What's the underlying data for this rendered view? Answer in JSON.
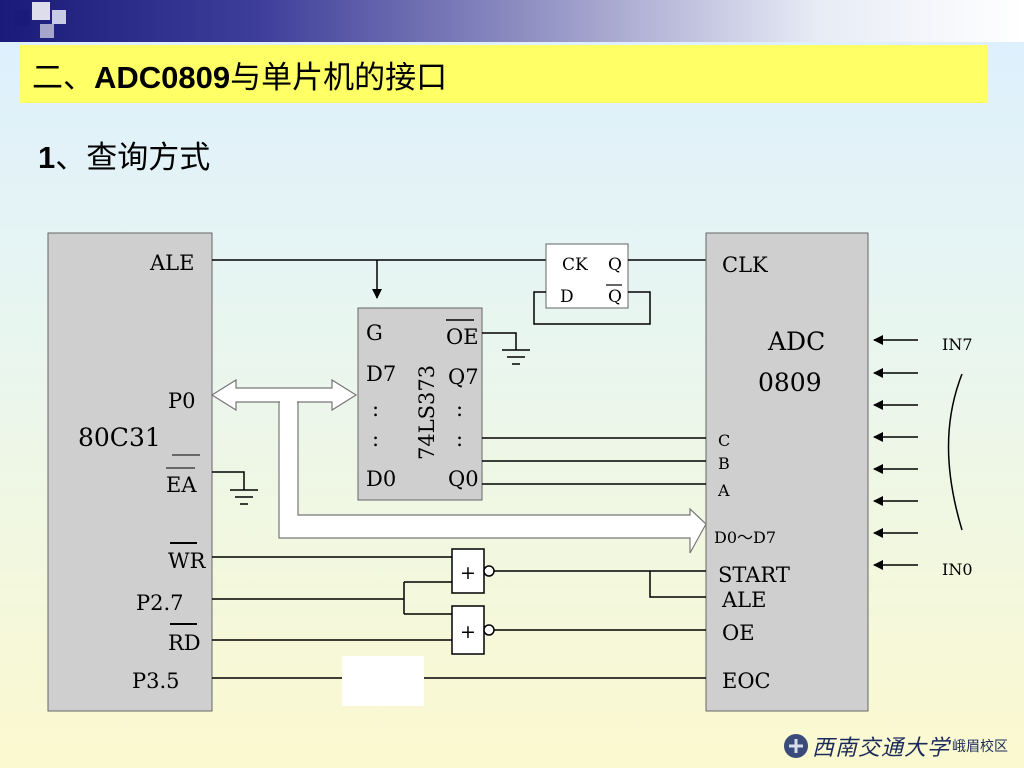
{
  "slide": {
    "title_prefix": "二、",
    "title_ascii": "ADC0809",
    "title_suffix": "与单片机的接口",
    "subtitle_num": "1",
    "subtitle_text": "、查询方式"
  },
  "mcu": {
    "name": "80C31",
    "pins": {
      "ale": "ALE",
      "p0": "P0",
      "ea": "EA",
      "wr": "WR",
      "p27": "P2.7",
      "rd": "RD",
      "p35": "P3.5"
    }
  },
  "latch": {
    "name": "74LS373",
    "pins": {
      "g": "G",
      "oe": "OE",
      "d7": "D7",
      "q7": "Q7",
      "dots": ":",
      "d0": "D0",
      "q0": "Q0"
    }
  },
  "flipflop": {
    "ck": "CK",
    "q": "Q",
    "d": "D",
    "qbar": "Q"
  },
  "adc": {
    "name_line1": "ADC",
    "name_line2": "0809",
    "pins": {
      "clk": "CLK",
      "c": "C",
      "b": "B",
      "a": "A",
      "data": "D0～D7",
      "start": "START",
      "ale": "ALE",
      "oe": "OE",
      "eoc": "EOC"
    },
    "inputs": {
      "in7": "IN7",
      "in0": "IN0"
    }
  },
  "gates": {
    "g1": "+",
    "g2": "+"
  },
  "footer": {
    "university": "西南交通大学",
    "campus": "峨眉校区"
  },
  "colors": {
    "title_bg": "#ffff66",
    "chip_fill": "#cfcfcf",
    "wire": "#000000"
  }
}
